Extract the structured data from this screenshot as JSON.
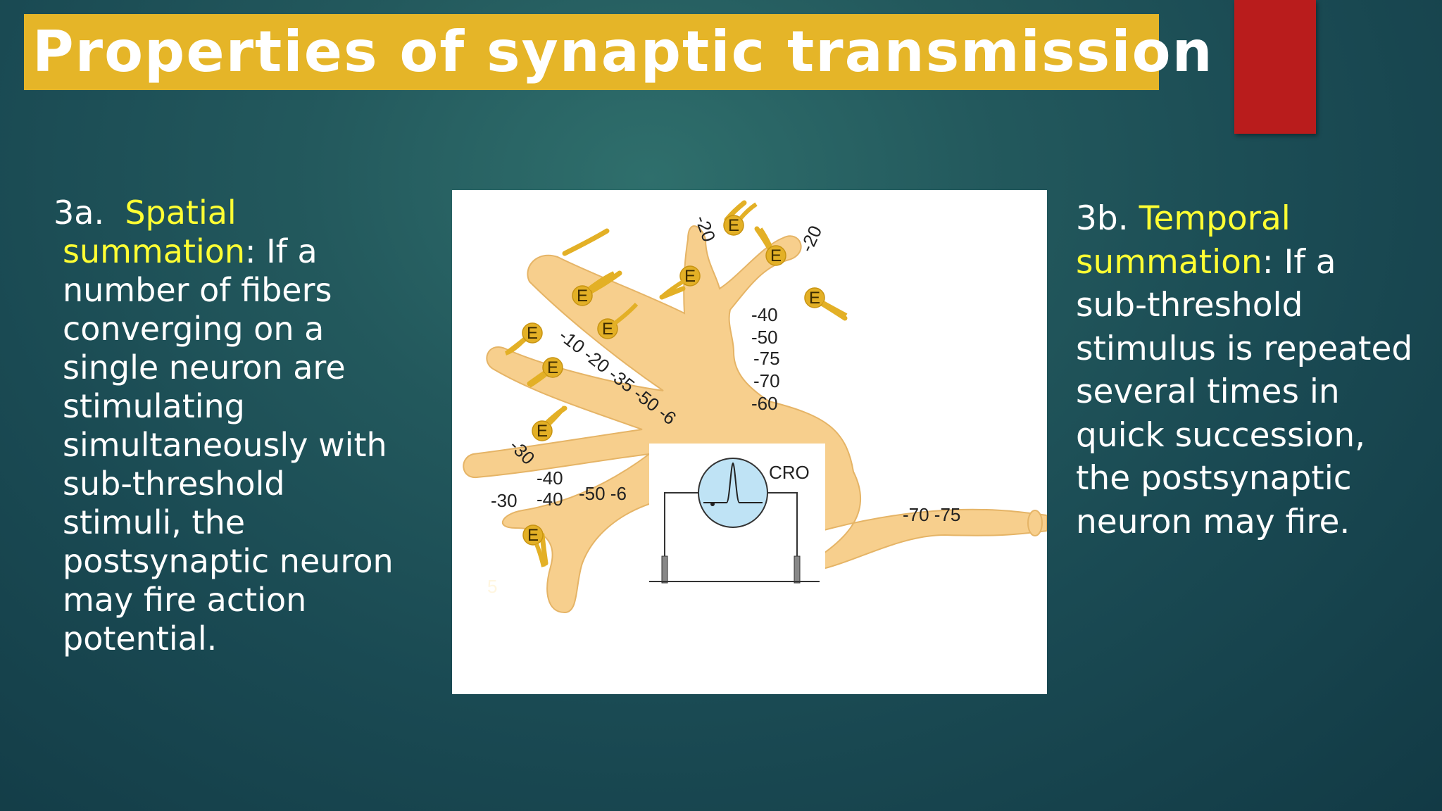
{
  "title": "Properties of synaptic transmission",
  "colors": {
    "title_bar": "#e5b528",
    "accent_red": "#b91c1c",
    "highlight": "#ffff33",
    "neuron": "#f7cf8d",
    "terminal": "#e3b026"
  },
  "left": {
    "number": "3a.",
    "term": "Spatial summation",
    "term_line1": "Spatial",
    "term_line2": "summation",
    "line2_rest": ": If a",
    "lines": [
      "number of fibers",
      "converging on a",
      "single neuron are",
      "stimulating",
      "simultaneously with",
      "sub-threshold",
      "stimuli, the",
      "postsynaptic neuron",
      "may fire action",
      "potential."
    ]
  },
  "right": {
    "number": "3b.",
    "term": "Temporal summation",
    "term_line1": "Temporal",
    "term_line2": "summation",
    "line2_rest": ": If a",
    "lines": [
      "sub-threshold",
      "stimulus is repeated",
      "several times in",
      "quick succession,",
      "the postsynaptic",
      "neuron may fire."
    ]
  },
  "diagram": {
    "terminal_label": "E",
    "cro_label": "CRO",
    "labels": {
      "top_left_branch": "-20",
      "top_right_branch": "-20",
      "stack": [
        "-40",
        "-50",
        "-75",
        "-70",
        "-60"
      ],
      "diagonal": "-10 -20 -35 -50 -6",
      "branch_left_diag": "-30",
      "left_a": "-40",
      "left_b": "-30",
      "left_c": "-40",
      "left_d": "-50 -6",
      "axon": "-70 -75",
      "faint": "5"
    }
  }
}
